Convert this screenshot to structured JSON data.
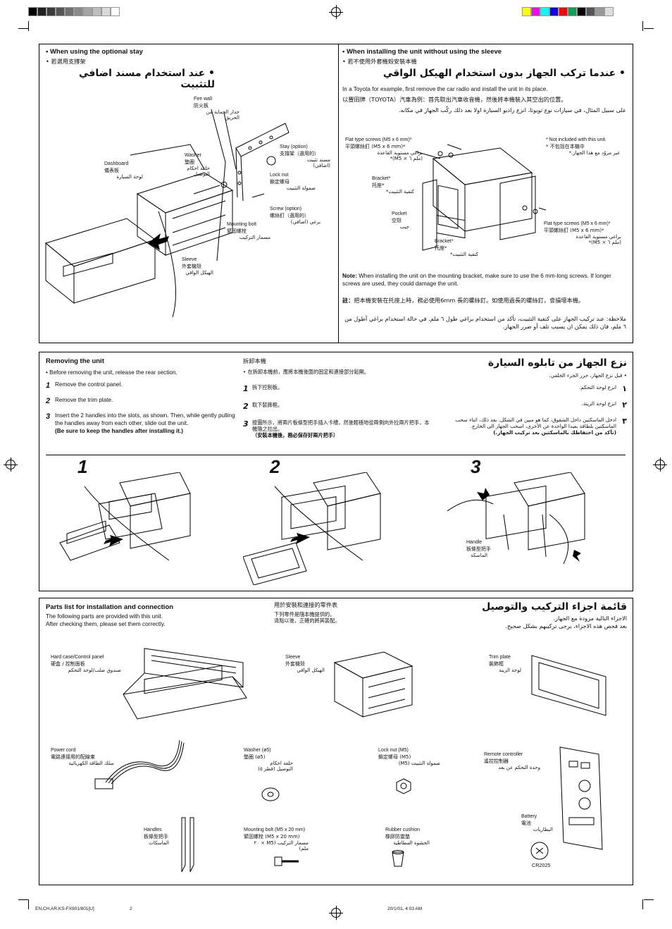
{
  "colors": {
    "left_bar": [
      "#000000",
      "#202020",
      "#3a3a3a",
      "#555555",
      "#707070",
      "#8a8a8a",
      "#a5a5a5",
      "#bfbfbf",
      "#d9d9d9",
      "#ffffff"
    ],
    "right_bar": [
      "#ffff00",
      "#ff00ff",
      "#00ffff",
      "#0000ff",
      "#ff0000",
      "#00a651",
      "#000000",
      "#555555",
      "#999999",
      "#dddddd"
    ]
  },
  "section1": {
    "left": {
      "head_en": "• When using the optional stay",
      "head_zh": "• 若選用支撐架",
      "head_ar": "• عند استخدام مسند اضافي للتثبيت",
      "labels": {
        "fire_wall": [
          "Fire wall",
          "防火板",
          "جدار الحماية من",
          "الحريق"
        ],
        "washer": [
          "Washer",
          "墊圈",
          "حلقة احكام",
          "التوصيل"
        ],
        "dashboard": [
          "Dashboard",
          "儀表板",
          "لوحة السيارة"
        ],
        "stay": [
          "Stay (option)",
          "支撐架（選用的）",
          "مسند تثبيت",
          "(اضافي)"
        ],
        "lock_nut": [
          "Lock nut",
          "鎖定螺母",
          "صمولة التثبيت"
        ],
        "screw": [
          "Screw (option)",
          "螺絲釘（選用的）",
          "برغي (اضافي)"
        ],
        "mounting_bolt": [
          "Mounting bolt",
          "緊固螺栓",
          "مسمار التركيب"
        ],
        "sleeve": [
          "Sleeve",
          "外套機殼",
          "الهيكل الواقي"
        ]
      }
    },
    "right": {
      "head_en": "• When installing the unit without using the sleeve",
      "head_zh": "• 若不使用外套機殼安裝本機",
      "head_ar": "• عندما تركب الجهاز بدون استخدام الهيكل الواقي",
      "intro_en": "In a Toyota for example, first remove the car radio and install the unit in its place.",
      "intro_zh": "以豐田牌（TOYOTA）汽車為例：首先取出汽車收音機，然後將本機裝入其空出的位置。",
      "intro_ar": "على سبيل المثال، في سيارات نوع تويوتا، انزع راديو السيارة اولا بعد ذلك ركّب الجهاز في مكانه.",
      "labels": {
        "flat_screws_top": [
          "Flat type screws (M5 x 6 mm)*",
          "平頭螺絲釘 (M5 x 6 mm)*",
          "براغي مستوية القاعدة",
          "(ملم ٦ × M5)*"
        ],
        "not_included": [
          "* Not included with this unit.",
          "* 不包括在本機中",
          "غير مزوّد مع هذا الجهاز.*"
        ],
        "bracket1": [
          "Bracket*",
          "托座*",
          "كتفية التثبيت*"
        ],
        "pocket": [
          "Pocket",
          "空殼",
          "جيب"
        ],
        "bracket2": [
          "Bracket*",
          "托座*",
          "كتفية التثبيت*"
        ],
        "flat_screws_bottom": [
          "Flat type screws (M5 x 6 mm)*",
          "平頭螺絲釘 (M5 x 6 mm)*",
          "براغي مستوية القاعدة",
          "(ملم ٦ × M5)*"
        ]
      },
      "note_label": "Note:",
      "note_en": "When installing the unit on the mounting bracket, make sure to use the 6 mm-long screws. If longer screws are used, they could damage the unit.",
      "note_zh_label": "註：",
      "note_zh": "把本機安裝在托座上時，務必使用6mm 長的螺絲釘。如使用過長的螺絲釘，會損壞本機。",
      "note_ar": "ملاحظة: عند تركيب الجهاز على كتفية التثبيت، تأكد من استخدام براغي طول ٦ ملم. في حالة استخدام براغي أطول من ٦ ملم، فان ذلك يمكن ان يسبب تلف أو ضرر الجهاز."
    }
  },
  "section2": {
    "head_en": "Removing the unit",
    "bullet_en": "• Before removing the unit, release the rear section.",
    "steps_en": [
      {
        "n": "1",
        "text": "Remove the control panel."
      },
      {
        "n": "2",
        "text": "Remove the trim plate."
      },
      {
        "n": "3",
        "text": "Insert the 2 handles into the slots, as shown. Then, while gently pulling the handles away from each other, slide out the unit.",
        "bold": "(Be sure to keep the handles after installing it.)"
      }
    ],
    "head_zh": "拆卸本機",
    "bullet_zh": "• 在拆卸本機前，應將本機後面的固定和連接部分鬆開。",
    "steps_zh": [
      {
        "n": "1",
        "text": "拆下控制板。"
      },
      {
        "n": "2",
        "text": "取下裝飾框。"
      },
      {
        "n": "3",
        "text": "按圖所示，將兩片板條型把手插入卡槽，然後輕穩地從兩側向外拉兩片把手，本機隨之拉出。",
        "bold": "（安裝本機後，務必保存好兩片把手）"
      }
    ],
    "head_ar": "نزع الجهاز من تابلوه السيارة",
    "bullet_ar": "• قبل نزع الجهاز، حرر الجزء الخلفي.",
    "steps_ar": [
      {
        "n": "١",
        "text": "انزع لوحة التحكم."
      },
      {
        "n": "٢",
        "text": "انزع لوحة الزينة."
      },
      {
        "n": "٣",
        "text": "ادخل الماسكتين داخل الشقوق، كما هو مبين في الشكل. بعد ذلك، اثناء سحب الماسكتين بلطافة بعيدا الواحدة عن الأخرى، اسحب الجهاز الى الخارج.",
        "bold": "(تأكد من احتفاظك بالماسكتين بعد تركيب الجهاز.)"
      }
    ],
    "fig_numbers": [
      "1",
      "2",
      "3"
    ],
    "handle_label": [
      "Handle",
      "板條型把手",
      "الماسكة"
    ]
  },
  "section3": {
    "head_en": "Parts list for installation and connection",
    "sub_en": [
      "The following parts are provided with this unit.",
      "After checking them, please set them correctly."
    ],
    "head_zh": "用於安裝和連接的零件表",
    "sub_zh": [
      "下列零件是隨本機提供的。",
      "清點以後，正確的將其裝配。"
    ],
    "head_ar": "قائمة اجزاء التركيب والتوصيل",
    "sub_ar": [
      "الاجزاء التالية مزودة مع الجهاز.",
      "بعد فحص هذه الاجزاء، يرجى تركيبهم بشكل صحيح."
    ],
    "parts": {
      "hard_case": [
        "Hard case/Control panel",
        "硬盒 / 控制面板",
        "صندوق صلب/لوحة التحكم"
      ],
      "sleeve": [
        "Sleeve",
        "外套機殼",
        "الهيكل الواقي"
      ],
      "trim_plate": [
        "Trim plate",
        "裝飾框",
        "لوحة الزينة"
      ],
      "power_cord": [
        "Power cord",
        "電路連接用的配線束",
        "سلك الطاقة الكهربائية"
      ],
      "washer": [
        "Washer (ø5)",
        "墊圈 (ø5)",
        "حلقة احكام",
        "التوصيل (قطر ٥)"
      ],
      "lock_nut": [
        "Lock nut (M5)",
        "鎖定螺母 (M5)",
        "صمولة التثبيت (M5)"
      ],
      "remote": [
        "Remote controller",
        "遙控控制器",
        "وحدة التحكم عن بعد"
      ],
      "battery": [
        "Battery",
        "電池",
        "البطاريات"
      ],
      "battery_model": "CR2025",
      "handles": [
        "Handles",
        "板條型把手",
        "الماسكات"
      ],
      "mounting_bolt": [
        "Mounting bolt (M5 x 20 mm)",
        "緊固螺栓 (M5 x 20 mm)",
        "مسمار التركيب (M5 × ٢٠ ملم)"
      ],
      "rubber_cushion": [
        "Rubber cushion",
        "橡膠防震墊",
        "الحشوة المطاطية"
      ]
    }
  },
  "footer": {
    "file": "EN,CH,AR.KS-FX901/801[U]",
    "page": "2",
    "date": "20/1/01, 4:03 AM"
  }
}
